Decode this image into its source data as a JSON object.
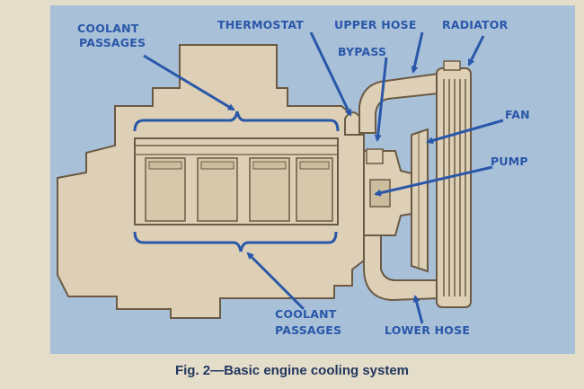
{
  "labels": {
    "coolant_passages_top": [
      "COOLANT",
      "PASSAGES"
    ],
    "thermostat": "THERMOSTAT",
    "upper_hose": "UPPER HOSE",
    "radiator": "RADIATOR",
    "bypass": "BYPASS",
    "fan": "FAN",
    "pump": "PUMP",
    "coolant_passages_bottom": [
      "COOLANT",
      "PASSAGES"
    ],
    "lower_hose": "LOWER HOSE"
  },
  "caption": "Fig. 2—Basic engine cooling system",
  "colors": {
    "background": "#e4ddc9",
    "panel": "#a9c0d9",
    "engine": "#ddd0b6",
    "outline": "#6b5a44",
    "label": "#2a57a8"
  }
}
